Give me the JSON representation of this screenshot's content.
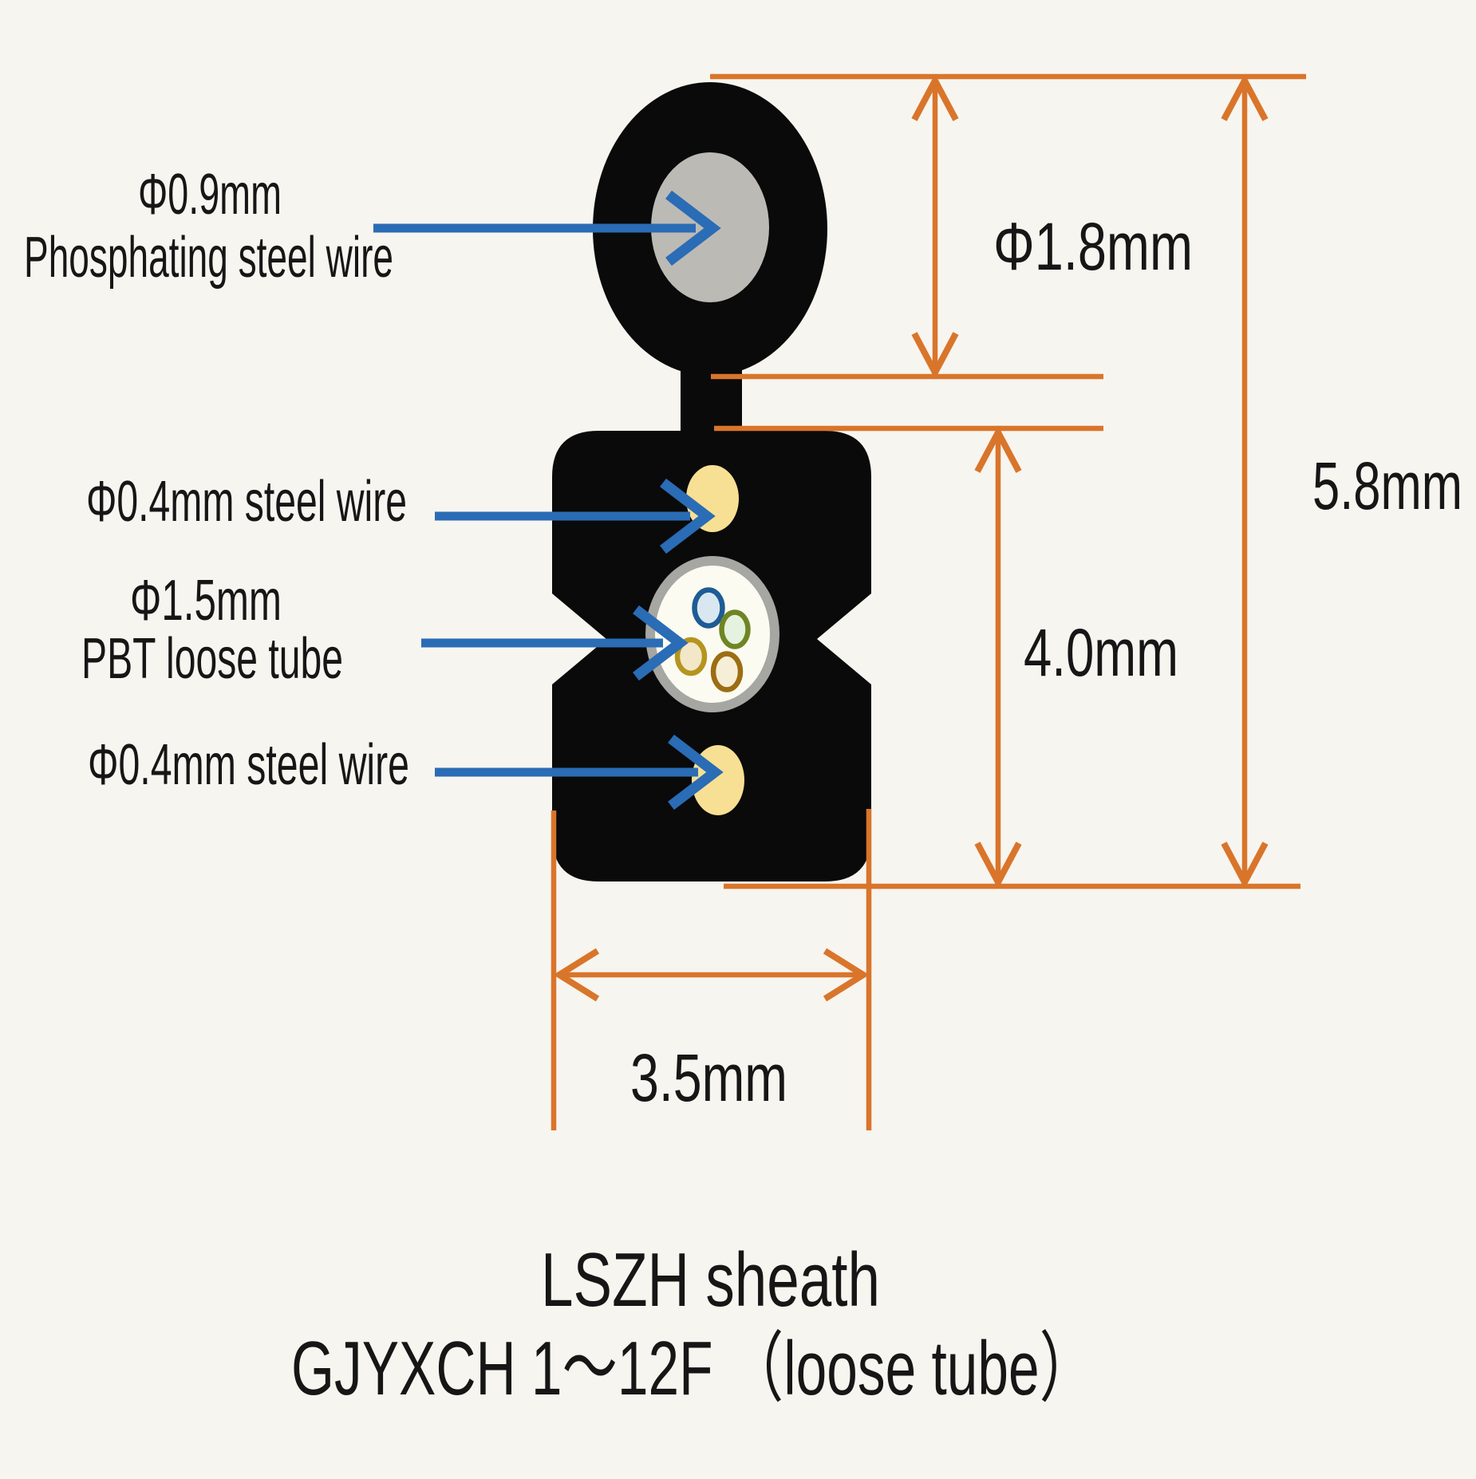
{
  "page": {
    "background": "#f7f5ef",
    "text_color": "#161616"
  },
  "cable": {
    "sheath_color": "#0a0a0a",
    "messenger": {
      "dia_label": "Φ0.9mm",
      "name_label": "Phosphating steel wire",
      "wire_color": "#bcbab5"
    },
    "steel_wire_top": {
      "label": "Φ0.4mm steel wire",
      "color": "#f7e093"
    },
    "steel_wire_bottom": {
      "label": "Φ0.4mm steel wire",
      "color": "#f7e093"
    },
    "loose_tube": {
      "dia_label": "Φ1.5mm",
      "name_label": "PBT loose tube",
      "ring_color": "#a6a6a2",
      "inner_color": "#fcfbf1",
      "fibers": [
        {
          "name": "blue",
          "stroke": "#1d5c95",
          "fill": "#d9e7f0"
        },
        {
          "name": "green",
          "stroke": "#6f8524",
          "fill": "#e6f2e0"
        },
        {
          "name": "khaki",
          "stroke": "#b5941f",
          "fill": "#f2e7c7"
        },
        {
          "name": "gold",
          "stroke": "#9c6d12",
          "fill": "#f6eed6"
        }
      ]
    }
  },
  "pointers": {
    "color": "#2a6cb5"
  },
  "dimensions": {
    "color": "#d9752b",
    "messenger_od": "Φ1.8mm",
    "overall_height": "5.8mm",
    "body_height": "4.0mm",
    "body_width": "3.5mm"
  },
  "caption": {
    "line1": "LSZH sheath",
    "line2": "GJYXCH 1～12F （loose tube）"
  }
}
